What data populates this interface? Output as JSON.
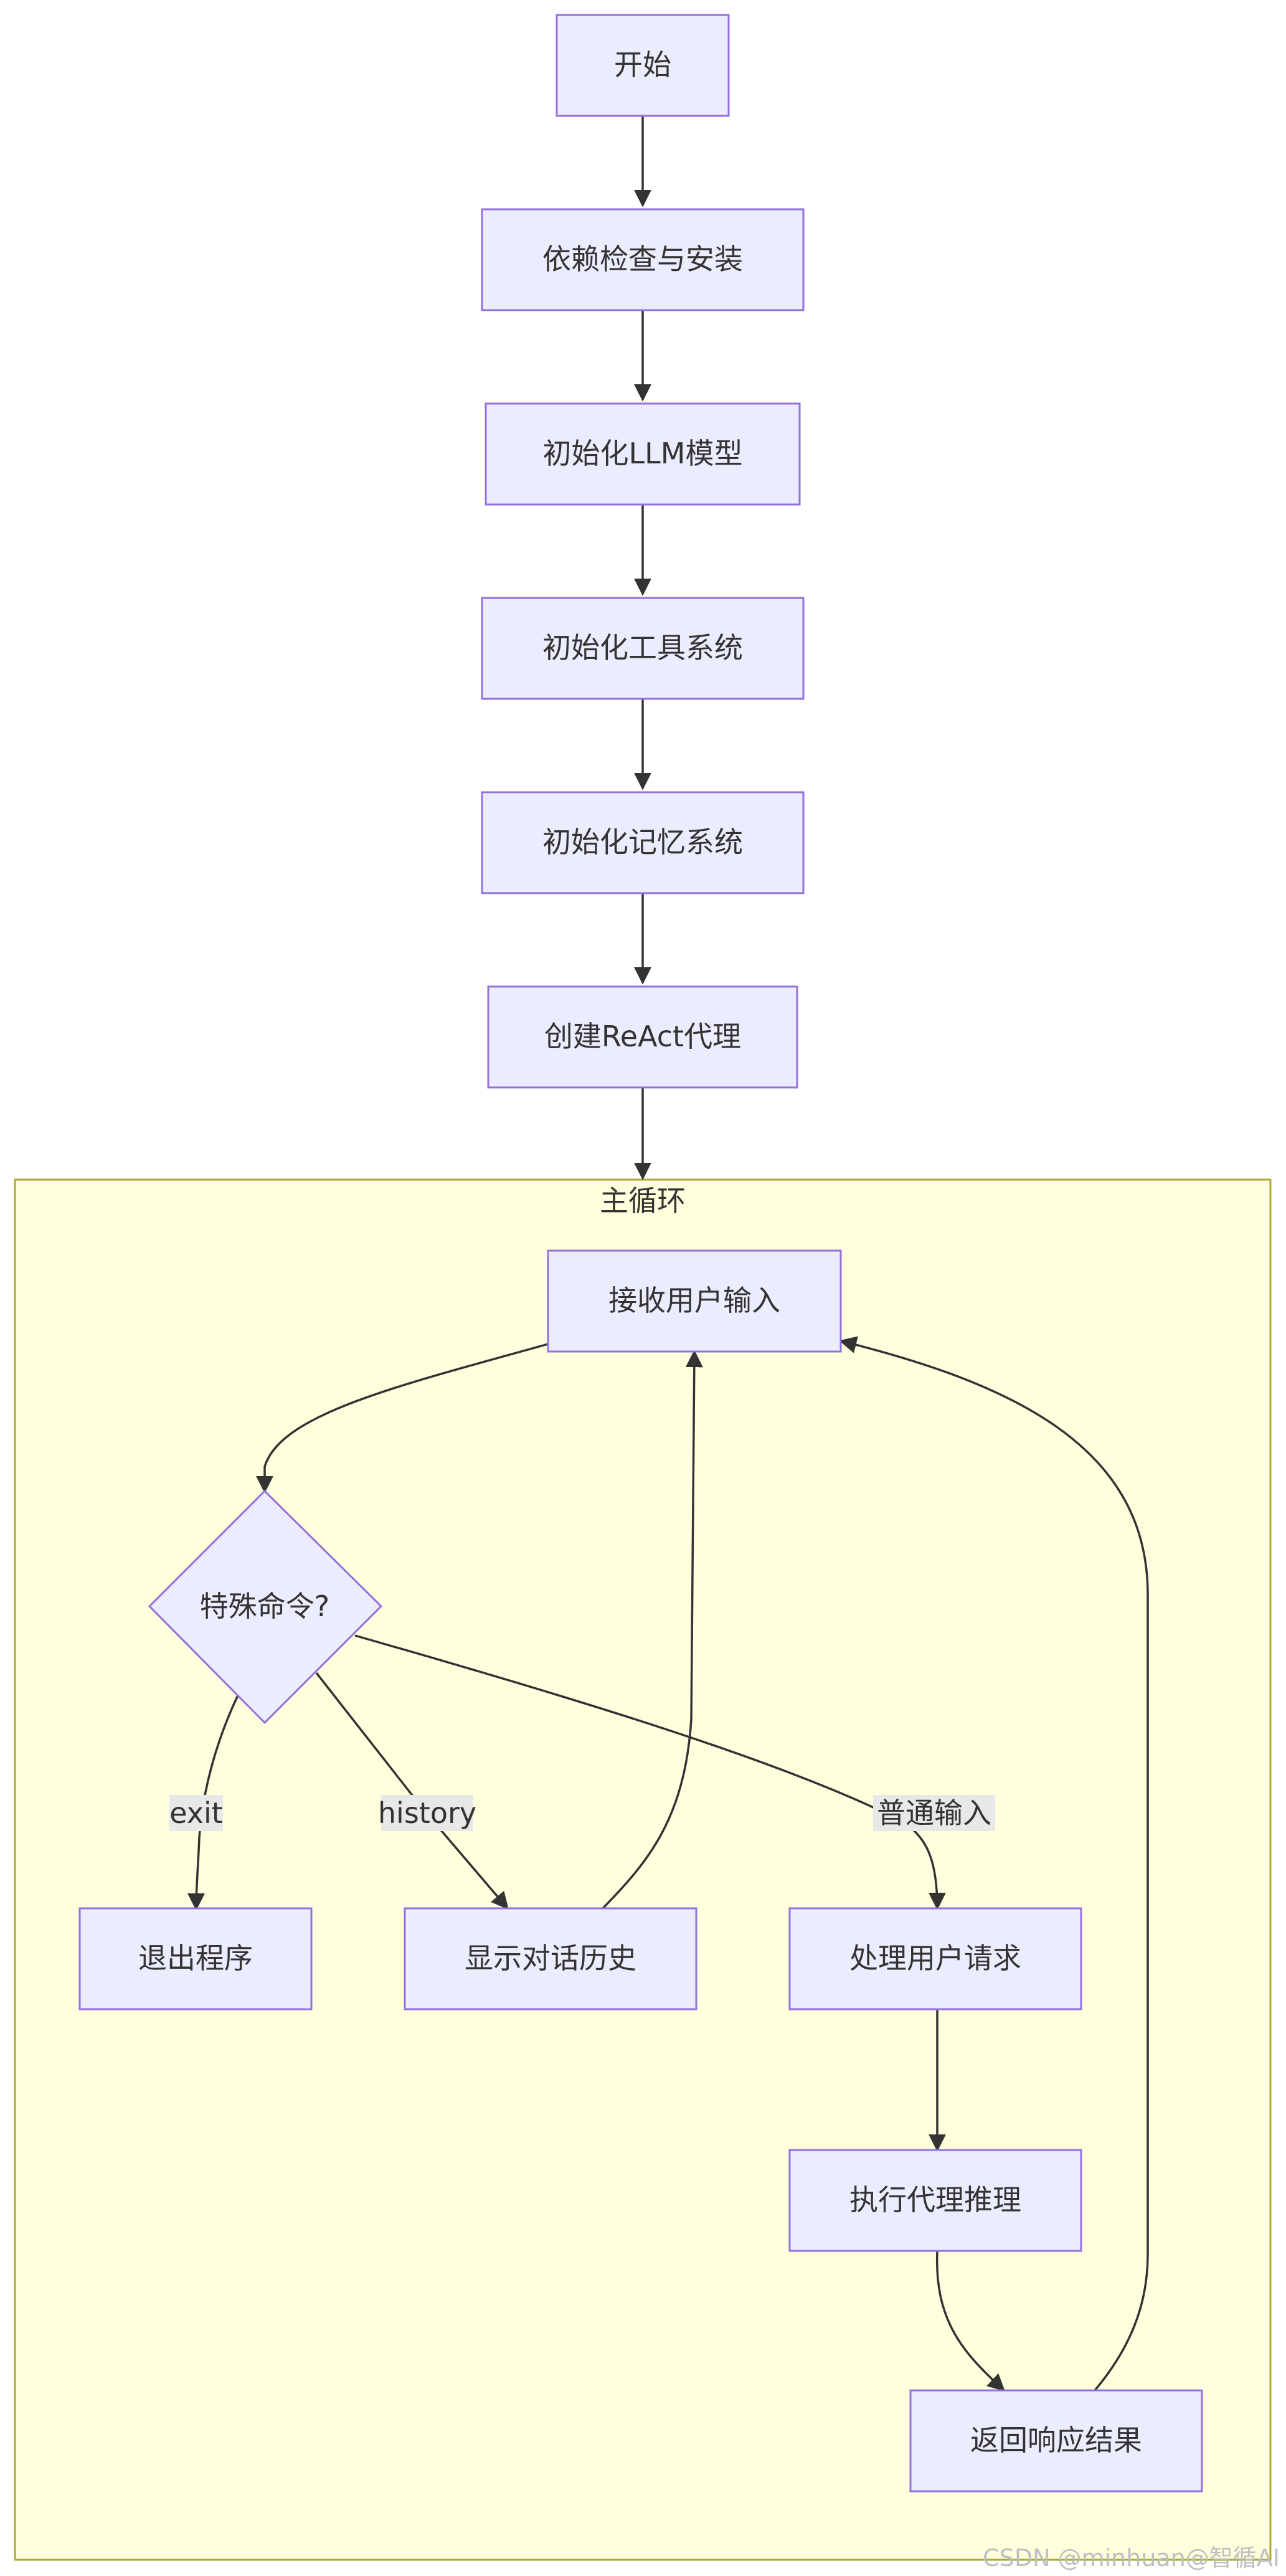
{
  "colors": {
    "node_fill": "#ECECFF",
    "node_stroke": "#9370DB",
    "cluster_fill": "#FFFFDE",
    "cluster_stroke": "#AAAA33",
    "edge": "#333333",
    "text": "#333333",
    "edge_label_bg": "#e8e8e8"
  },
  "cluster": {
    "title": "主循环"
  },
  "nodes": {
    "start": "开始",
    "deps": "依赖检查与安装",
    "init_llm": "初始化LLM模型",
    "init_tools": "初始化工具系统",
    "init_memory": "初始化记忆系统",
    "create_agent": "创建ReAct代理",
    "receive_input": "接收用户输入",
    "special_cmd": "特殊命令?",
    "exit_program": "退出程序",
    "show_history": "显示对话历史",
    "handle_request": "处理用户请求",
    "run_reasoning": "执行代理推理",
    "return_result": "返回响应结果"
  },
  "edge_labels": {
    "exit": "exit",
    "history": "history",
    "normal": "普通输入"
  },
  "watermark": "CSDN @minhuan@智循AI"
}
